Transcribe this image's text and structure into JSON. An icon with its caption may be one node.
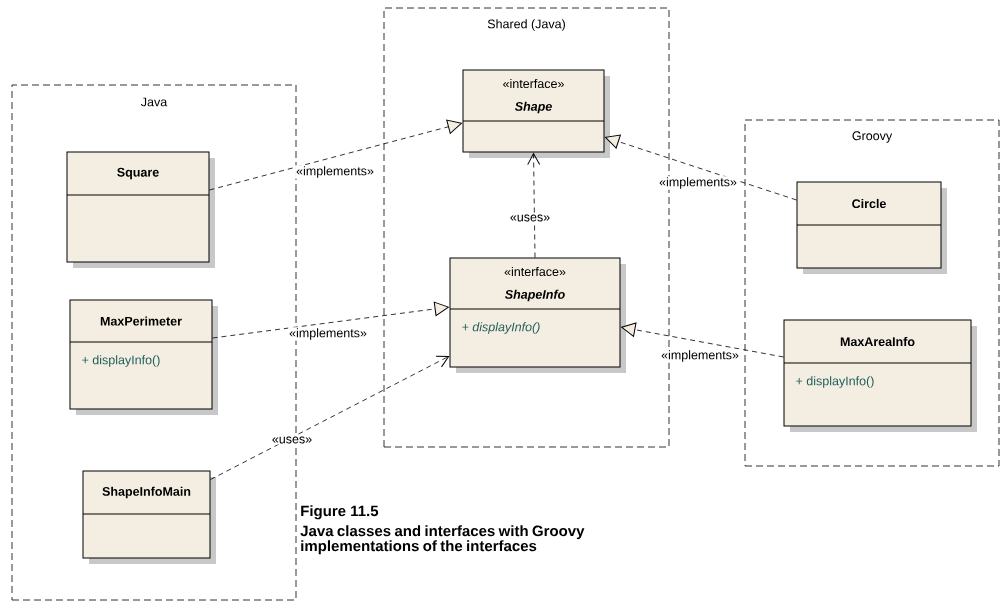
{
  "diagram": {
    "title": "Figure 11.5",
    "caption": "Java classes and interfaces with Groovy implementations of the interfaces",
    "nodes": [
      {
        "text": [
          "Java"
        ]
      },
      {
        "text": [
          "Square"
        ],
        "in": 0
      },
      {
        "text": [
          "MaxPerimeter",
          "+ displayInfo()"
        ],
        "in": 0
      },
      {
        "text": [
          "ShapeInfoMain"
        ],
        "in": 0
      },
      {
        "text": [
          "Shared (Java)"
        ]
      },
      {
        "text": [
          "«interface»",
          "Shape"
        ],
        "in": 4
      },
      {
        "text": [
          "«interface»",
          "ShapeInfo",
          "+ displayInfo()"
        ],
        "in": 4
      },
      {
        "text": [
          "Groovy"
        ]
      },
      {
        "text": [
          "Circle"
        ],
        "in": 7
      },
      {
        "text": [
          "MaxAreaInfo",
          "+ displayInfo()"
        ],
        "in": 7
      }
    ],
    "edges": [
      {
        "from": 1,
        "to": 5,
        "arrow": "to",
        "label": "«implements»",
        "style": "dashed"
      },
      {
        "from": 6,
        "to": 5,
        "arrow": "to",
        "label": "«uses»",
        "style": "dashed"
      },
      {
        "from": 8,
        "to": 5,
        "arrow": "to",
        "label": "«implements»",
        "style": "dashed"
      },
      {
        "from": 2,
        "to": 6,
        "arrow": "to",
        "label": "«implements»",
        "style": "dashed"
      },
      {
        "from": 9,
        "to": 6,
        "arrow": "to",
        "label": "«implements»",
        "style": "dashed"
      },
      {
        "from": 3,
        "to": 6,
        "arrow": "to",
        "label": "«uses»",
        "style": "dashed"
      }
    ]
  }
}
